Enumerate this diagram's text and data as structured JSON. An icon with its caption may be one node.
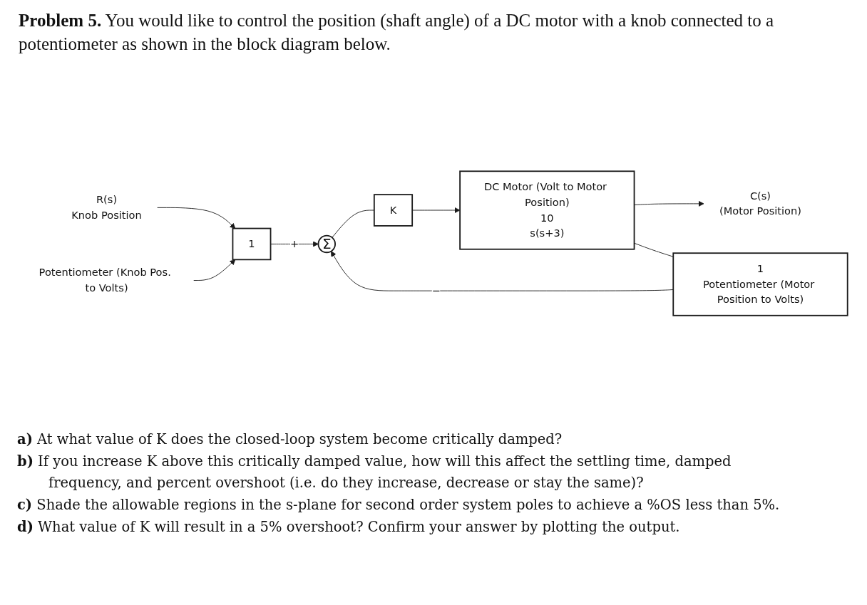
{
  "diagram": {
    "title": "**Problem 5.** You would like to control the position (shaft angle) of a DC motor with a knob connected to a potentiometer as shown in the block diagram below.",
    "nodes": [
      {
        "text": [
          "R(s)",
          "Knob Position"
        ]
      },
      {
        "text": [
          "Potentiometer (Knob Pos. to Volts)"
        ]
      },
      {
        "text": [
          "1"
        ]
      },
      {
        "text": [
          "Σ"
        ]
      },
      {
        "text": [
          "K"
        ]
      },
      {
        "text": [
          "DC Motor (Volt to Motor Position)",
          "10",
          "s(s+3)"
        ]
      },
      {
        "text": [
          "C(s)",
          "(Motor Position)"
        ]
      },
      {
        "text": [
          "1",
          "Potentiometer (Motor Position to Volts)"
        ]
      }
    ],
    "edges": [
      {
        "from": 0,
        "to": 2,
        "arrow": "to"
      },
      {
        "from": 1,
        "to": 2,
        "arrow": "to"
      },
      {
        "from": 2,
        "to": 3,
        "arrow": "to",
        "label": "+"
      },
      {
        "from": 3,
        "to": 4,
        "arrow": "none"
      },
      {
        "from": 4,
        "to": 5,
        "arrow": "to"
      },
      {
        "from": 5,
        "to": 6,
        "arrow": "to"
      },
      {
        "from": 5,
        "to": 7,
        "arrow": "none"
      },
      {
        "from": 7,
        "to": 3,
        "arrow": "to",
        "label": "−"
      }
    ],
    "labels": [
      "**a)** At what value of K does the closed-loop system become critically damped?",
      "**b)** If you increase K above this critically damped value, how will this affect the settling time, damped frequency, and percent overshoot (i.e. do they increase, decrease or stay the same)?",
      "**c)** Shade the allowable regions in the s-plane for second order system poles to achieve a %OS less than 5%.",
      "**d)** What value of K will result in a 5% overshoot? Confirm your answer by plotting the output."
    ]
  }
}
